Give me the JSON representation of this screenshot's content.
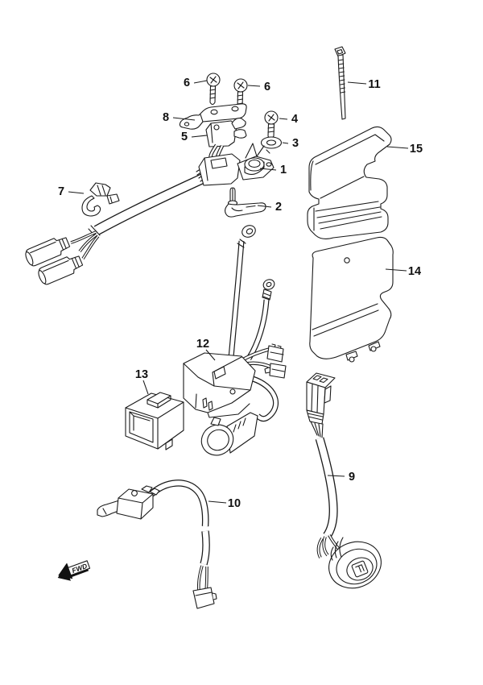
{
  "figure": {
    "kind": "exploded-parts-diagram",
    "background": "#ffffff",
    "line_color": "#1a1a1a",
    "direction_marker": {
      "label": "FWD"
    }
  },
  "callouts": [
    {
      "label": "1"
    },
    {
      "label": "2"
    },
    {
      "label": "3"
    },
    {
      "label": "4"
    },
    {
      "label": "5"
    },
    {
      "label": "6"
    },
    {
      "label": "6"
    },
    {
      "label": "7"
    },
    {
      "label": "8"
    },
    {
      "label": "9"
    },
    {
      "label": "10"
    },
    {
      "label": "11"
    },
    {
      "label": "12"
    },
    {
      "label": "13"
    },
    {
      "label": "14"
    },
    {
      "label": "15"
    }
  ]
}
